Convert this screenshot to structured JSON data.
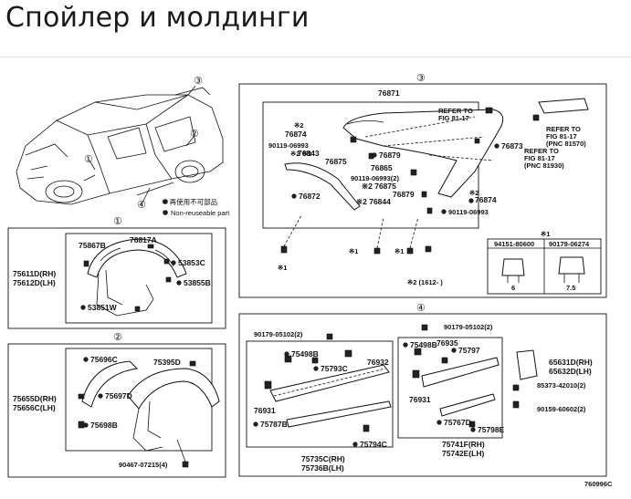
{
  "page": {
    "title": "Спойлер и молдинги"
  },
  "diagram": {
    "callouts": {
      "c1": "①",
      "c2": "②",
      "c3": "③",
      "c4": "④"
    },
    "legend": {
      "item1": "＊ 再使用不可部品",
      "item2": "Non-reuseable part"
    },
    "panel1": {
      "part_75867B": "75867B",
      "part_76817A": "76817A",
      "part_53853C": "53853C",
      "part_53855B": "53855B",
      "part_53851W": "53851W",
      "part_75611D": "75611D(RH)",
      "part_75612D": "75612D(LH)"
    },
    "panel2": {
      "part_75696C": "75696C",
      "part_75395D": "75395D",
      "part_75697D": "75697D",
      "part_75698B": "75698B",
      "part_75655D": "75655D(RH)",
      "part_75656C": "75656C(LH)",
      "part_90467": "90467-07215(4)"
    },
    "panel3": {
      "part_76871": "76871",
      "refer1": "REFER TO",
      "refer1b": "FIG 81-17",
      "refer2": "REFER TO",
      "refer2b": "FIG 81-17",
      "refer2c": "(PNC 81570)",
      "refer3": "REFER TO",
      "refer3b": "FIG 81-17",
      "refer3c": "(PNC 81930)",
      "m2_a": "※2",
      "part_76874a": "76874",
      "part_76873": "76873",
      "part_90119a": "90119-06993",
      "m2_b": "※2 ※2",
      "part_76843": "76843",
      "part_76875a": "76875",
      "part_76879a": "76879",
      "part_76865": "76865",
      "part_90119b": "90119-06993(2)",
      "part_76875b": "※2 76875",
      "part_76879b": "76879",
      "m2_c": "※2",
      "part_76874b": "76874",
      "part_76872": "76872",
      "part_76844": "※2 76844",
      "part_90119c": "90119-06993",
      "m1_a": "※1",
      "m1_b": "※1",
      "m1_c": "※1",
      "note": "※2 (1612-     )",
      "inset_title": "※1",
      "inset_h1": "94151-80600",
      "inset_h2": "90179-06274",
      "inset_d1": "6",
      "inset_d2": "7.5"
    },
    "panel4": {
      "part_90179a": "90179-05102(2)",
      "part_90179b": "90179-05102(2)",
      "part_75498B_a": "75498B",
      "part_75793C": "75793C",
      "part_76932": "76932",
      "part_76931_a": "76931",
      "part_75787B": "75787B",
      "part_75794C": "75794C",
      "part_75735C": "75735C(RH)",
      "part_75736B": "75736B(LH)",
      "part_75498B_b": "75498B",
      "part_76935": "76935",
      "part_75797": "75797",
      "part_76931_b": "76931",
      "part_75767D": "75767D",
      "part_75798E": "75798E",
      "part_75741F": "75741F(RH)",
      "part_75742E": "75742E(LH)",
      "part_65631D": "65631D(RH)",
      "part_65632D": "65632D(LH)",
      "part_85373": "85373-42010(2)",
      "part_90159": "90159-60602(2)"
    },
    "footer_code": "760996C"
  }
}
